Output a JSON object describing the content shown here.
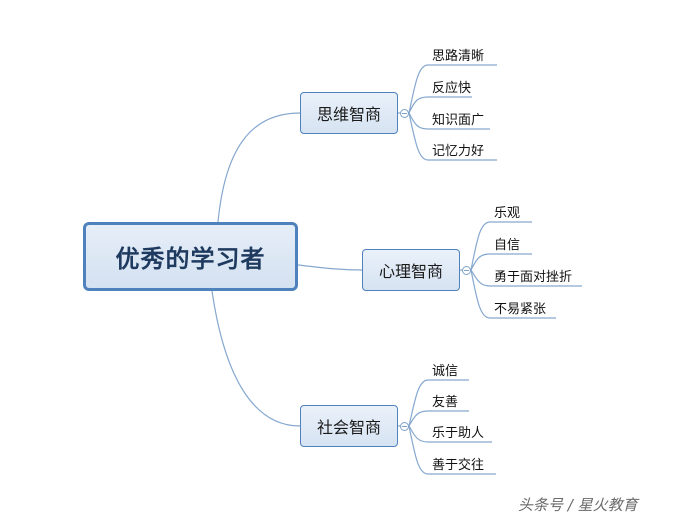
{
  "root": {
    "label": "优秀的学习者"
  },
  "branches": [
    {
      "label": "思维智商",
      "leaves": [
        "思路清晰",
        "反应快",
        "知识面广",
        "记忆力好"
      ]
    },
    {
      "label": "心理智商",
      "leaves": [
        "乐观",
        "自信",
        "勇于面对挫折",
        "不易紧张"
      ]
    },
    {
      "label": "社会智商",
      "leaves": [
        "诚信",
        "友善",
        "乐于助人",
        "善于交往"
      ]
    }
  ],
  "watermark": "头条号 / 星火教育",
  "colors": {
    "node_border": "#4f81bd",
    "connector": "#7fa1c8"
  }
}
